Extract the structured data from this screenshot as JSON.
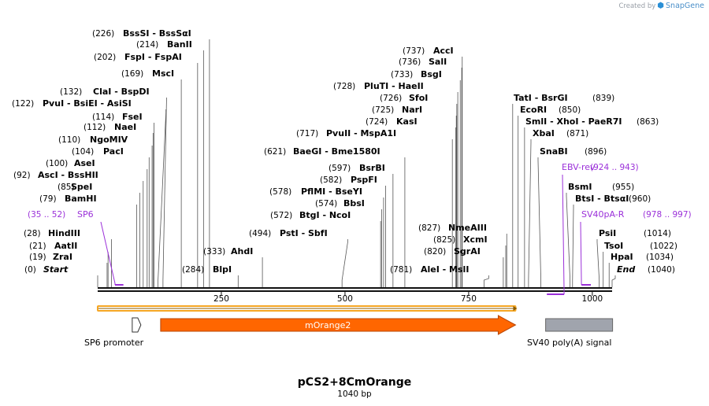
{
  "credit": {
    "prefix": "Created by",
    "brand": "SnapGene"
  },
  "plasmid": {
    "name": "pCS2+8CmOrange",
    "length_label": "1040 bp",
    "length": 1040
  },
  "colors": {
    "text": "#000000",
    "primer": "#9b30d9",
    "orf": "#ff6600",
    "orf_outline": "#b84400",
    "polyA": "#a0a4ad",
    "promoter": "#ffffff",
    "ruler": "#111111",
    "leader": "#555555",
    "highlight": "#f5a623"
  },
  "ruler": {
    "ticks": [
      {
        "pos": 250,
        "label": "250"
      },
      {
        "pos": 500,
        "label": "500"
      },
      {
        "pos": 750,
        "label": "750"
      },
      {
        "pos": 1000,
        "label": "1000"
      }
    ]
  },
  "sites": [
    {
      "pos": "(0)",
      "name": "Start",
      "loc": 0,
      "italic": true
    },
    {
      "pos": "(19)",
      "name": "ZraI",
      "loc": 19
    },
    {
      "pos": "(21)",
      "name": "AatII",
      "loc": 21
    },
    {
      "pos": "(28)",
      "name": "HindIII",
      "loc": 28
    },
    {
      "pos": "(79)",
      "name": "BamHI",
      "loc": 79
    },
    {
      "pos": "(85)",
      "name": "SpeI",
      "loc": 85
    },
    {
      "pos": "(92)",
      "name": "AscI  - BssHII",
      "loc": 92
    },
    {
      "pos": "(100)",
      "name": "AseI",
      "loc": 100
    },
    {
      "pos": "(104)",
      "name": "PacI",
      "loc": 104
    },
    {
      "pos": "(110)",
      "name": "NgoMIV",
      "loc": 110
    },
    {
      "pos": "(112)",
      "name": "NaeI",
      "loc": 112
    },
    {
      "pos": "(114)",
      "name": "FseI",
      "loc": 114
    },
    {
      "pos": "(122)",
      "name": "PvuI  - BsiEI  - AsiSI",
      "loc": 122
    },
    {
      "pos": "(132)",
      "name": "ClaI  - BspDI",
      "loc": 132
    },
    {
      "pos": "(169)",
      "name": "MscI",
      "loc": 169
    },
    {
      "pos": "(202)",
      "name": "FspI  - FspAI",
      "loc": 202
    },
    {
      "pos": "(214)",
      "name": "BanII",
      "loc": 214
    },
    {
      "pos": "(226)",
      "name": "BssSI  - BssSαI",
      "loc": 226
    },
    {
      "pos": "(284)",
      "name": "BlpI",
      "loc": 284
    },
    {
      "pos": "(333)",
      "name": "AhdI",
      "loc": 333
    },
    {
      "pos": "(494)",
      "name": "PstI  - SbfI",
      "loc": 494
    },
    {
      "pos": "(572)",
      "name": "BtgI  - NcoI",
      "loc": 572
    },
    {
      "pos": "(574)",
      "name": "BbsI",
      "loc": 574
    },
    {
      "pos": "(578)",
      "name": "PflMI  - BseYI",
      "loc": 578
    },
    {
      "pos": "(582)",
      "name": "PspFI",
      "loc": 582
    },
    {
      "pos": "(597)",
      "name": "BsrBI",
      "loc": 597
    },
    {
      "pos": "(621)",
      "name": "BaeGI  - Bme1580I",
      "loc": 621
    },
    {
      "pos": "(717)",
      "name": "PvuII  - MspA1I",
      "loc": 717
    },
    {
      "pos": "(724)",
      "name": "KasI",
      "loc": 724
    },
    {
      "pos": "(725)",
      "name": "NarI",
      "loc": 725
    },
    {
      "pos": "(726)",
      "name": "SfoI",
      "loc": 726
    },
    {
      "pos": "(728)",
      "name": "PluTI  - HaeII",
      "loc": 728
    },
    {
      "pos": "(733)",
      "name": "BsgI",
      "loc": 733
    },
    {
      "pos": "(736)",
      "name": "SalI",
      "loc": 736
    },
    {
      "pos": "(737)",
      "name": "AccI",
      "loc": 737
    },
    {
      "pos": "(781)",
      "name": "AleI  - MslI",
      "loc": 781
    },
    {
      "pos": "(820)",
      "name": "SgrAI",
      "loc": 820
    },
    {
      "pos": "(825)",
      "name": "XcmI",
      "loc": 825
    },
    {
      "pos": "(827)",
      "name": "NmeAIII",
      "loc": 827
    },
    {
      "pos": "(839)",
      "name": "TatI  - BsrGI",
      "loc": 839
    },
    {
      "pos": "(850)",
      "name": "EcoRI",
      "loc": 850
    },
    {
      "pos": "(863)",
      "name": "SmlI  - XhoI  - PaeR7I",
      "loc": 863
    },
    {
      "pos": "(871)",
      "name": "XbaI",
      "loc": 871
    },
    {
      "pos": "(896)",
      "name": "SnaBI",
      "loc": 896
    },
    {
      "pos": "(955)",
      "name": "BsmI",
      "loc": 955
    },
    {
      "pos": "(960)",
      "name": "BtsI  - BtsαI",
      "loc": 960
    },
    {
      "pos": "(1014)",
      "name": "PsiI",
      "loc": 1014
    },
    {
      "pos": "(1022)",
      "name": "TsoI",
      "loc": 1022
    },
    {
      "pos": "(1034)",
      "name": "HpaI",
      "loc": 1034
    },
    {
      "pos": "(1040)",
      "name": "End",
      "loc": 1040,
      "italic": true
    }
  ],
  "primers": [
    {
      "name": "SP6",
      "range": "(35 .. 52)",
      "start": 35,
      "end": 52,
      "strand": "+"
    },
    {
      "name": "EBV-rev",
      "range": "(924 .. 943)",
      "start": 924,
      "end": 943,
      "strand": "-"
    },
    {
      "name": "SV40pA-R",
      "range": "(978 .. 997)",
      "start": 978,
      "end": 997,
      "strand": "+"
    }
  ],
  "features": [
    {
      "name": "SP6 promoter",
      "type": "promoter",
      "start": 38,
      "end": 55
    },
    {
      "name": "mOrange2",
      "type": "orf",
      "start": 140,
      "end": 848
    },
    {
      "name": "SV40 poly(A) signal",
      "type": "polyA",
      "start": 904,
      "end": 1040
    }
  ],
  "selection": {
    "start": 0,
    "end": 848
  }
}
